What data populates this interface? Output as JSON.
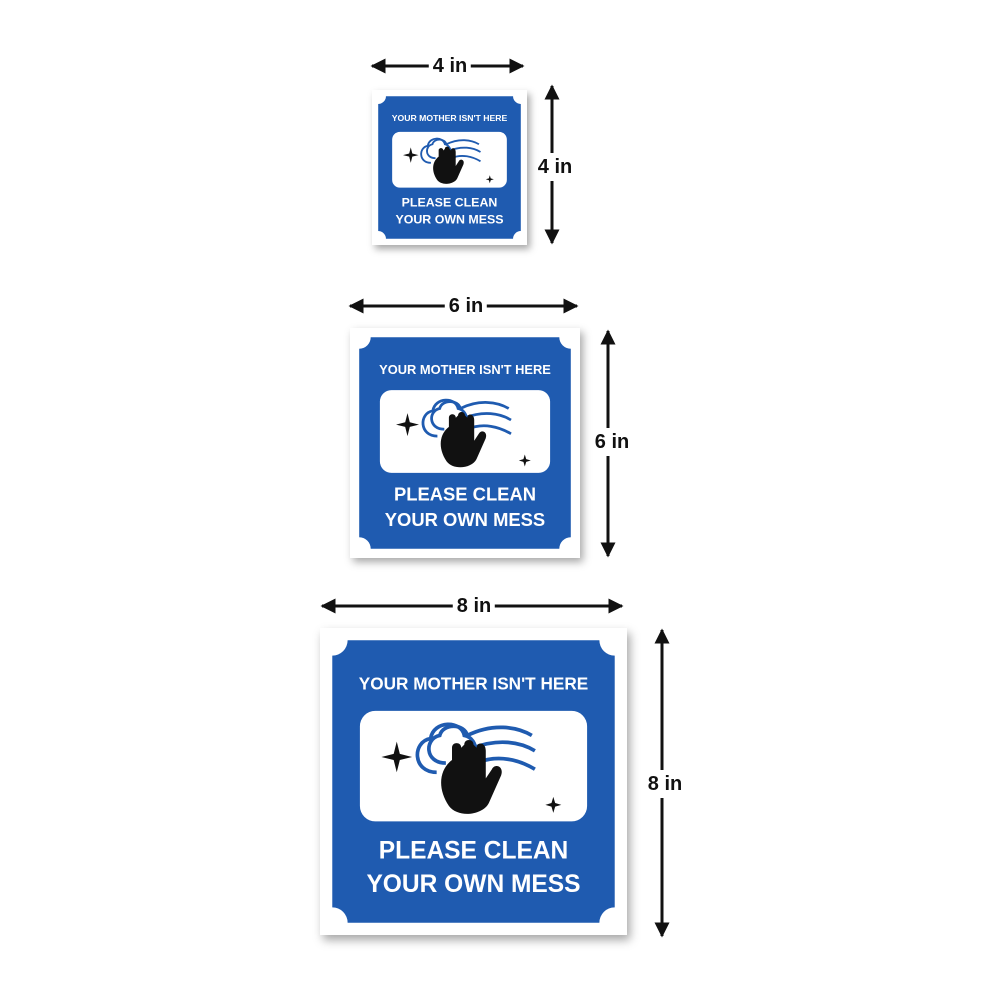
{
  "sign": {
    "top_text": "YOUR MOTHER ISN'T HERE",
    "bottom_line_1": "PLEASE CLEAN",
    "bottom_line_2": "YOUR OWN MESS",
    "icon": "hand-wiping-icon"
  },
  "sizes": [
    {
      "width_label": "4 in",
      "height_label": "4 in"
    },
    {
      "width_label": "6 in",
      "height_label": "6 in"
    },
    {
      "width_label": "8 in",
      "height_label": "8 in"
    }
  ],
  "colors": {
    "sign_blue": "#1f5bb0",
    "sign_white": "#ffffff",
    "arrow": "#111111",
    "hand": "#111111"
  }
}
